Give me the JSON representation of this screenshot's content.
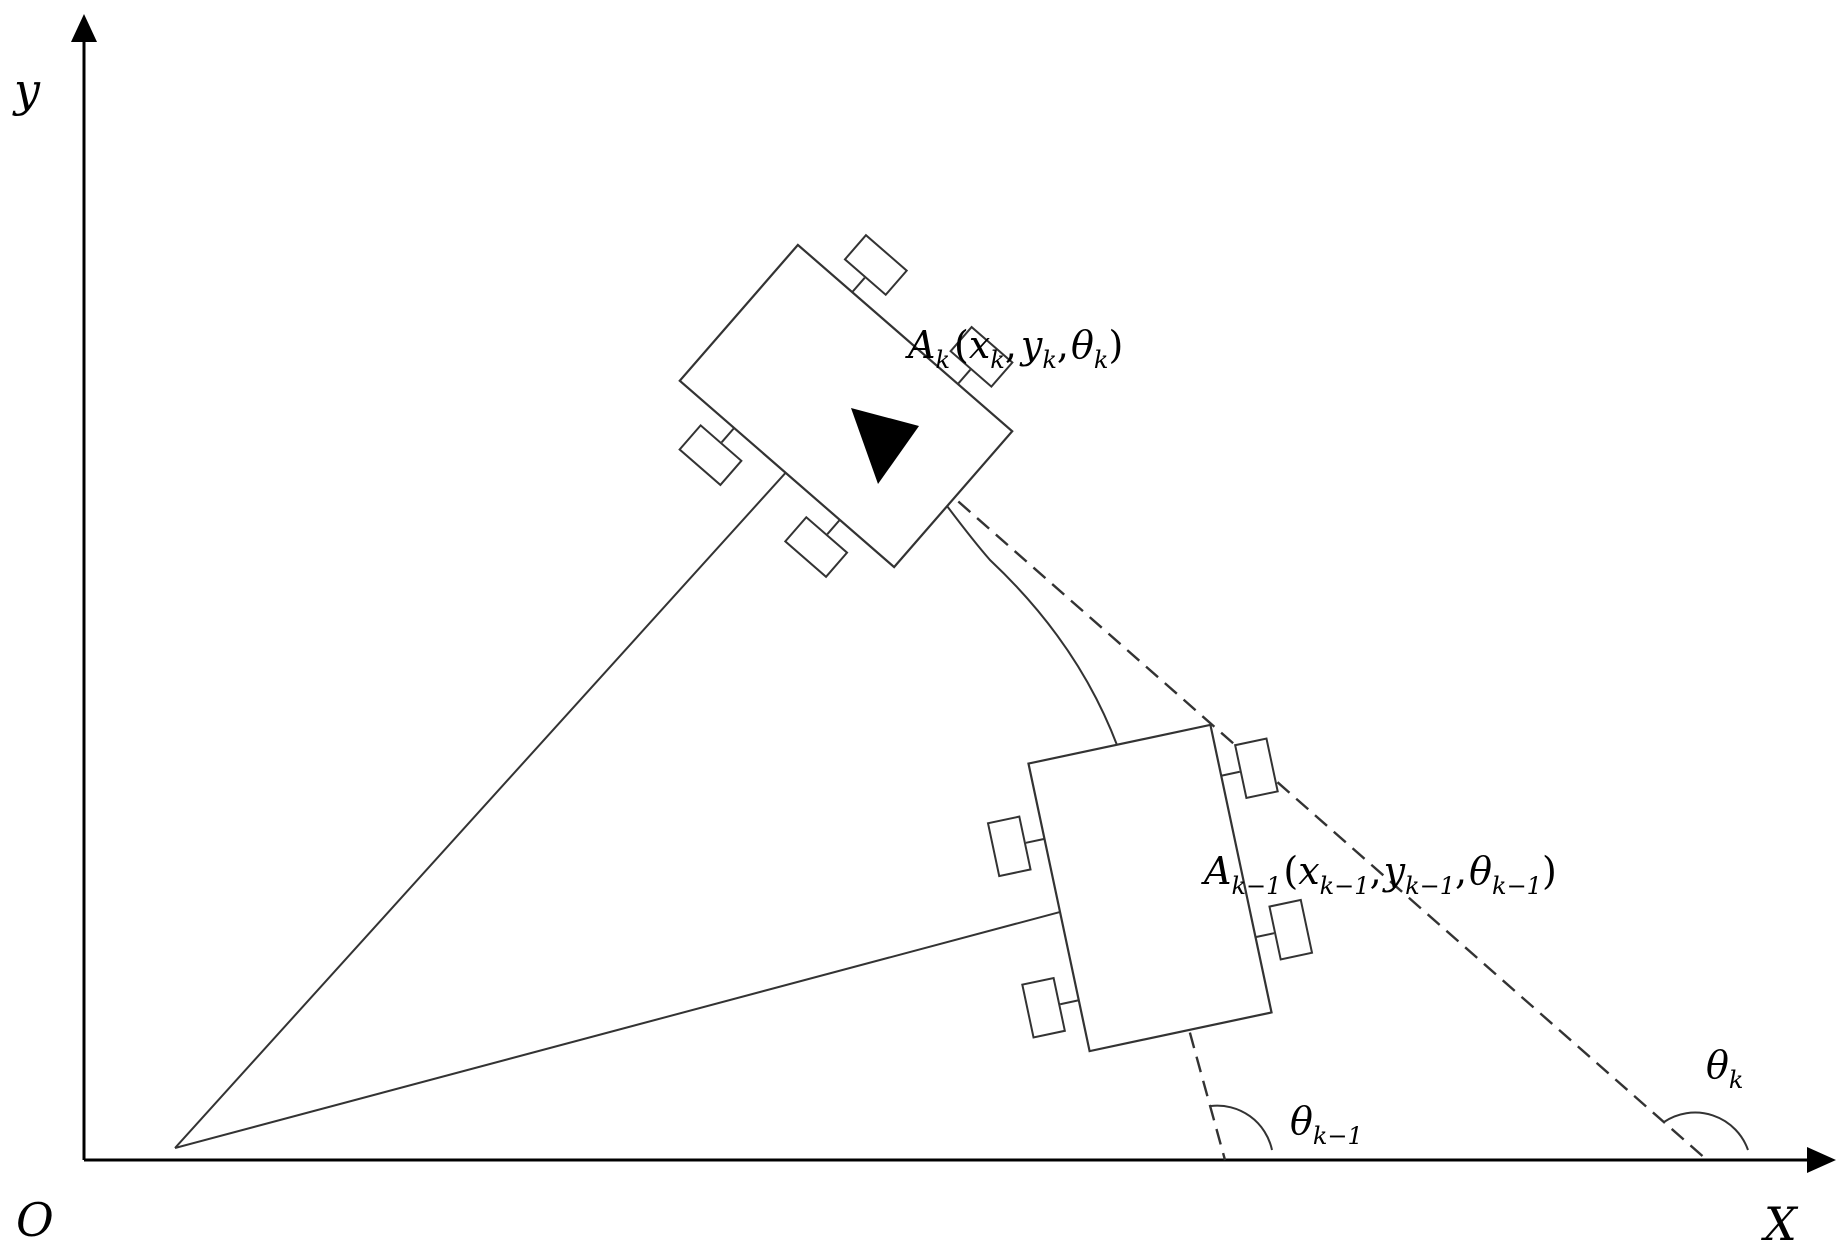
{
  "axes": {
    "x_label": "X",
    "y_label": "y",
    "origin_label": "O"
  },
  "robot_current": {
    "label_A": "A",
    "label_A_sub": "k",
    "open": "(",
    "x": "x",
    "x_sub": "k",
    "comma1": ",",
    "y": "y",
    "y_sub": "k",
    "comma2": ",",
    "theta": "θ",
    "theta_sub": "k",
    "close": ")"
  },
  "robot_previous": {
    "label_A": "A",
    "label_A_sub": "k−1",
    "open": "(",
    "x": "x",
    "x_sub": "k−1",
    "comma1": ",",
    "y": "y",
    "y_sub": "k−1",
    "comma2": ",",
    "theta": "θ",
    "theta_sub": "k−1",
    "close": ")"
  },
  "angles": {
    "theta_k": "θ",
    "theta_k_sub": "k",
    "theta_k1": "θ",
    "theta_k1_sub": "k−1"
  }
}
